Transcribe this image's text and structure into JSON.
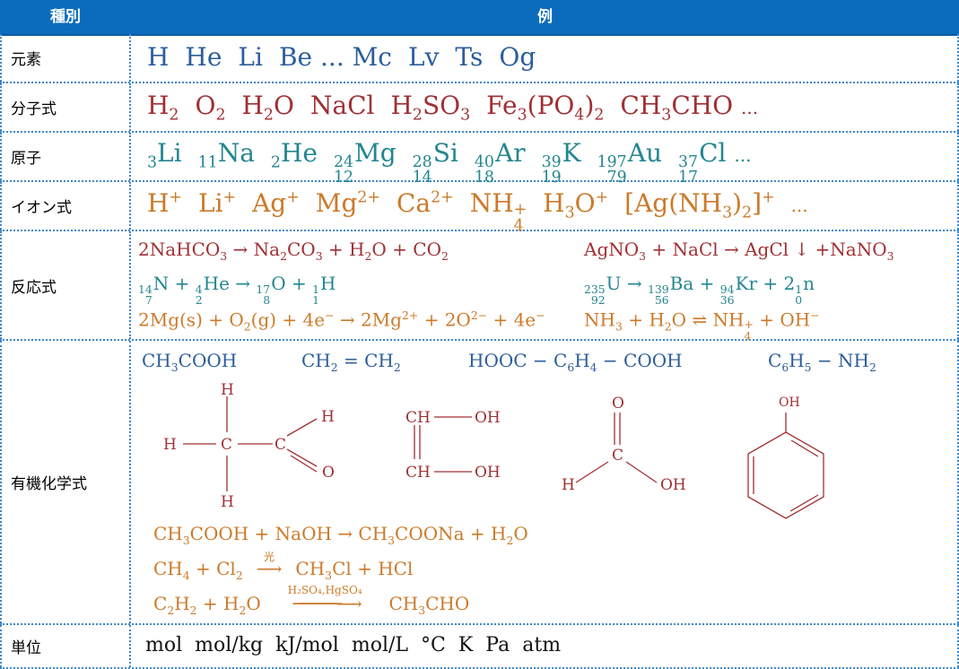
{
  "header": {
    "col1": "種別",
    "col2": "例"
  },
  "rows": [
    {
      "category": "元素"
    },
    {
      "category": "分子式"
    },
    {
      "category": "原子"
    },
    {
      "category": "イオン式"
    },
    {
      "category": "反応式"
    },
    {
      "category": "有機化学式"
    },
    {
      "category": "単位"
    }
  ],
  "elements": [
    "H",
    "He",
    "Li",
    "Be ... Mc",
    "Lv",
    "Ts",
    "Og"
  ],
  "units": [
    "mol",
    "mol/kg",
    "kJ/mol",
    "mol/L",
    "°C",
    "K",
    "Pa",
    "atm"
  ],
  "organic": {
    "structure_labels": {
      "H": "H",
      "C": "C",
      "O": "O",
      "CH": "CH",
      "OH": "OH"
    },
    "light_label": "光",
    "catalyst_label": "H₂SO₄,HgSO₄"
  },
  "ellipsis": "..."
}
